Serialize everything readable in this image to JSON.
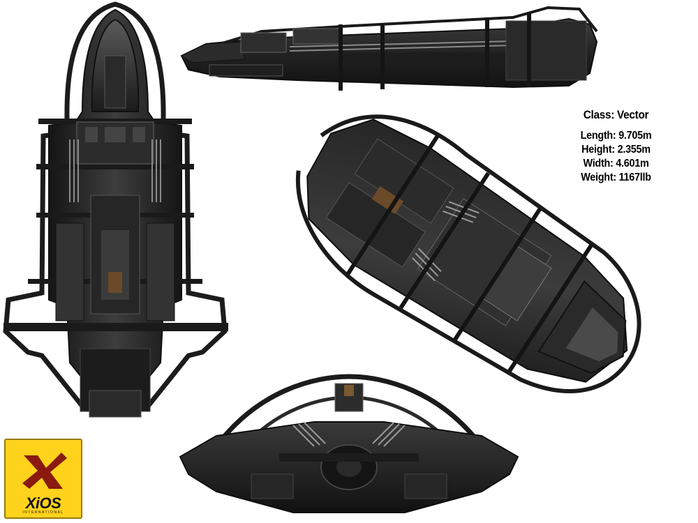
{
  "specs": {
    "class": "Class:  Vector",
    "length": "Length: 9.705m",
    "height": "Height: 2.355m",
    "width": "Width: 4.601m",
    "weight": "Weight: 1167llb"
  },
  "logo": {
    "brand": "XiOS",
    "subtitle": "INTERNATIONAL",
    "background_color": "#ffd21c",
    "mark_color": "#8a1a10"
  },
  "views": [
    {
      "name": "top-view"
    },
    {
      "name": "side-view"
    },
    {
      "name": "perspective-view"
    },
    {
      "name": "front-view"
    }
  ],
  "colors": {
    "hull_dark": "#1e1e1e",
    "hull_mid": "#3a3a3a",
    "highlight": "#8a8a8a"
  }
}
